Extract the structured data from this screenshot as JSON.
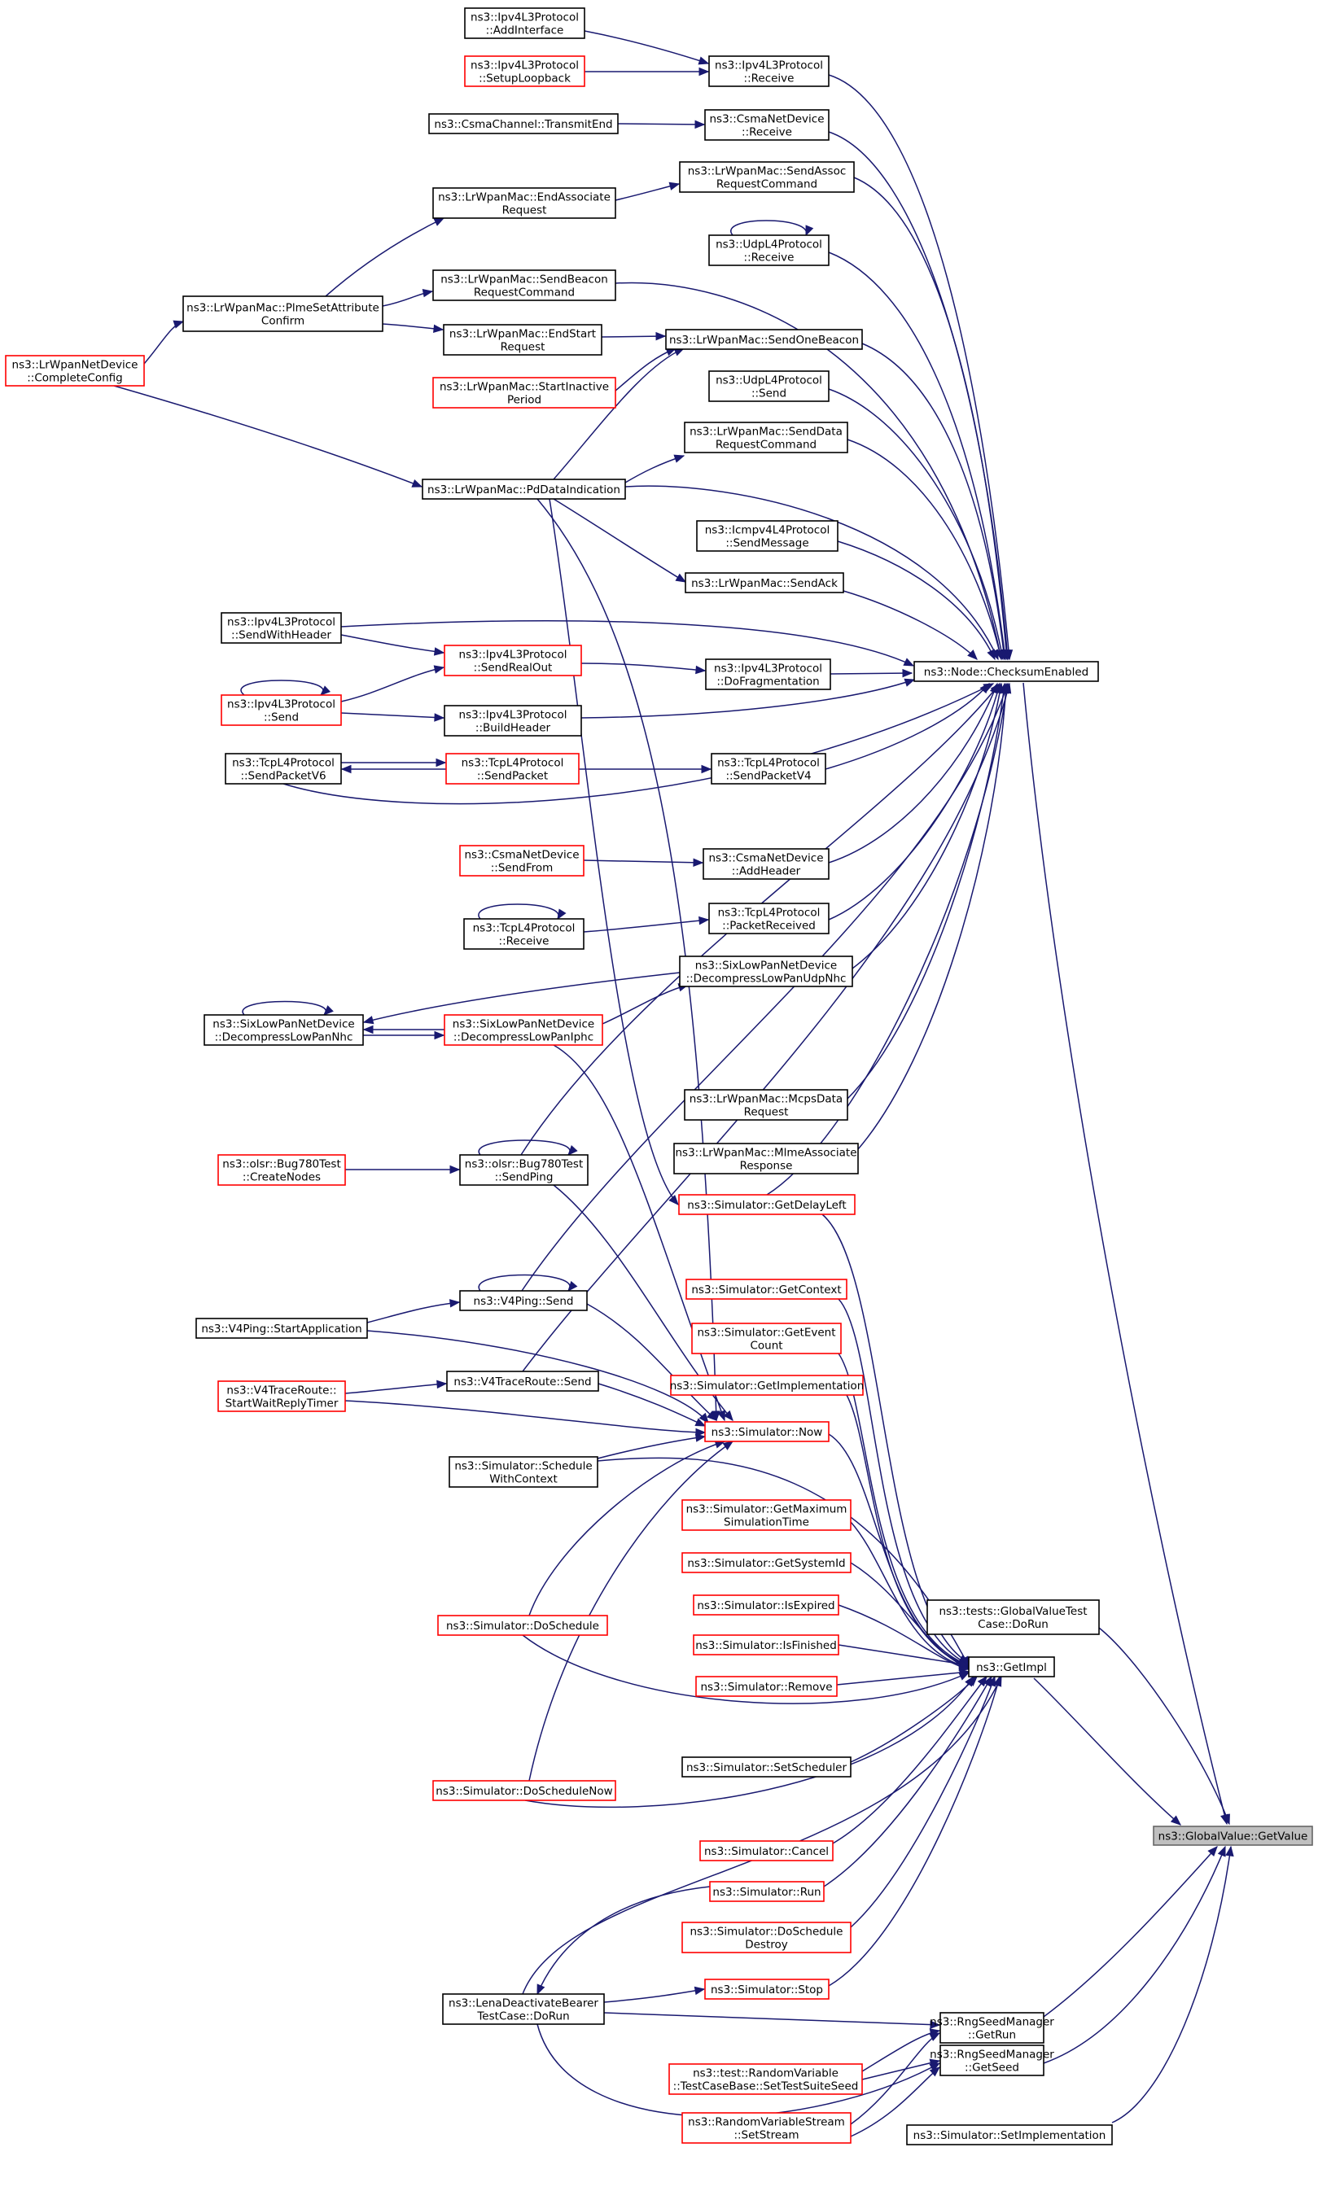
{
  "nodes": [
    {
      "id": "gv",
      "lines": [
        "ns3::GlobalValue::GetValue"
      ],
      "border": "root"
    },
    {
      "id": "checksum",
      "lines": [
        "ns3::Node::ChecksumEnabled"
      ],
      "border": "black"
    },
    {
      "id": "getimpl",
      "lines": [
        "ns3::GetImpl"
      ],
      "border": "black"
    },
    {
      "id": "now",
      "lines": [
        "ns3::Simulator::Now"
      ],
      "border": "red"
    },
    {
      "id": "gvtest",
      "lines": [
        "ns3::tests::GlobalValueTest",
        "Case::DoRun"
      ],
      "border": "black"
    },
    {
      "id": "rngrun",
      "lines": [
        "ns3::RngSeedManager",
        "::GetRun"
      ],
      "border": "black"
    },
    {
      "id": "rngseed",
      "lines": [
        "ns3::RngSeedManager",
        "::GetSeed"
      ],
      "border": "black"
    },
    {
      "id": "setimpl",
      "lines": [
        "ns3::Simulator::SetImplementation"
      ],
      "border": "black"
    },
    {
      "id": "ipv4rx",
      "lines": [
        "ns3::Ipv4L3Protocol",
        "::Receive"
      ],
      "border": "black"
    },
    {
      "id": "ipv4addif",
      "lines": [
        "ns3::Ipv4L3Protocol",
        "::AddInterface"
      ],
      "border": "black"
    },
    {
      "id": "ipv4loop",
      "lines": [
        "ns3::Ipv4L3Protocol",
        "::SetupLoopback"
      ],
      "border": "red"
    },
    {
      "id": "csmarx",
      "lines": [
        "ns3::CsmaNetDevice",
        "::Receive"
      ],
      "border": "black"
    },
    {
      "id": "csmatx",
      "lines": [
        "ns3::CsmaChannel::TransmitEnd"
      ],
      "border": "black"
    },
    {
      "id": "sendassoc",
      "lines": [
        "ns3::LrWpanMac::SendAssoc",
        "RequestCommand"
      ],
      "border": "black"
    },
    {
      "id": "endassoc",
      "lines": [
        "ns3::LrWpanMac::EndAssociate",
        "Request"
      ],
      "border": "black"
    },
    {
      "id": "udprx",
      "lines": [
        "ns3::UdpL4Protocol",
        "::Receive"
      ],
      "border": "black"
    },
    {
      "id": "sendbeaconreq",
      "lines": [
        "ns3::LrWpanMac::SendBeacon",
        "RequestCommand"
      ],
      "border": "black"
    },
    {
      "id": "plme",
      "lines": [
        "ns3::LrWpanMac::PlmeSetAttribute",
        "Confirm"
      ],
      "border": "black"
    },
    {
      "id": "endstart",
      "lines": [
        "ns3::LrWpanMac::EndStart",
        "Request"
      ],
      "border": "black"
    },
    {
      "id": "sendonebeacon",
      "lines": [
        "ns3::LrWpanMac::SendOneBeacon"
      ],
      "border": "black"
    },
    {
      "id": "lrcomplete",
      "lines": [
        "ns3::LrWpanNetDevice",
        "::CompleteConfig"
      ],
      "border": "red"
    },
    {
      "id": "startinactive",
      "lines": [
        "ns3::LrWpanMac::StartInactive",
        "Period"
      ],
      "border": "red"
    },
    {
      "id": "udpsend",
      "lines": [
        "ns3::UdpL4Protocol",
        "::Send"
      ],
      "border": "black"
    },
    {
      "id": "senddatareq",
      "lines": [
        "ns3::LrWpanMac::SendData",
        "RequestCommand"
      ],
      "border": "black"
    },
    {
      "id": "pdind",
      "lines": [
        "ns3::LrWpanMac::PdDataIndication"
      ],
      "border": "black"
    },
    {
      "id": "icmpsend",
      "lines": [
        "ns3::Icmpv4L4Protocol",
        "::SendMessage"
      ],
      "border": "black"
    },
    {
      "id": "sendack",
      "lines": [
        "ns3::LrWpanMac::SendAck"
      ],
      "border": "black"
    },
    {
      "id": "sendwithheader",
      "lines": [
        "ns3::Ipv4L3Protocol",
        "::SendWithHeader"
      ],
      "border": "black"
    },
    {
      "id": "sendrealout",
      "lines": [
        "ns3::Ipv4L3Protocol",
        "::SendRealOut"
      ],
      "border": "red"
    },
    {
      "id": "dofrag",
      "lines": [
        "ns3::Ipv4L3Protocol",
        "::DoFragmentation"
      ],
      "border": "black"
    },
    {
      "id": "ipv4send",
      "lines": [
        "ns3::Ipv4L3Protocol",
        "::Send"
      ],
      "border": "red"
    },
    {
      "id": "buildheader",
      "lines": [
        "ns3::Ipv4L3Protocol",
        "::BuildHeader"
      ],
      "border": "black"
    },
    {
      "id": "tcpv6",
      "lines": [
        "ns3::TcpL4Protocol",
        "::SendPacketV6"
      ],
      "border": "black"
    },
    {
      "id": "tcpsendpacket",
      "lines": [
        "ns3::TcpL4Protocol",
        "::SendPacket"
      ],
      "border": "red"
    },
    {
      "id": "tcpv4",
      "lines": [
        "ns3::TcpL4Protocol",
        "::SendPacketV4"
      ],
      "border": "black"
    },
    {
      "id": "csmasendfrom",
      "lines": [
        "ns3::CsmaNetDevice",
        "::SendFrom"
      ],
      "border": "red"
    },
    {
      "id": "csmaaddheader",
      "lines": [
        "ns3::CsmaNetDevice",
        "::AddHeader"
      ],
      "border": "black"
    },
    {
      "id": "tcprx",
      "lines": [
        "ns3::TcpL4Protocol",
        "::Receive"
      ],
      "border": "black"
    },
    {
      "id": "tcppktrx",
      "lines": [
        "ns3::TcpL4Protocol",
        "::PacketReceived"
      ],
      "border": "black"
    },
    {
      "id": "sixudp",
      "lines": [
        "ns3::SixLowPanNetDevice",
        "::DecompressLowPanUdpNhc"
      ],
      "border": "black"
    },
    {
      "id": "sixnhc",
      "lines": [
        "ns3::SixLowPanNetDevice",
        "::DecompressLowPanNhc"
      ],
      "border": "black"
    },
    {
      "id": "sixiphc",
      "lines": [
        "ns3::SixLowPanNetDevice",
        "::DecompressLowPanIphc"
      ],
      "border": "red"
    },
    {
      "id": "mcpsdata",
      "lines": [
        "ns3::LrWpanMac::McpsData",
        "Request"
      ],
      "border": "black"
    },
    {
      "id": "mlmeassoc",
      "lines": [
        "ns3::LrWpanMac::MlmeAssociate",
        "Response"
      ],
      "border": "black"
    },
    {
      "id": "olsrcreate",
      "lines": [
        "ns3::olsr::Bug780Test",
        "::CreateNodes"
      ],
      "border": "red"
    },
    {
      "id": "olsrping",
      "lines": [
        "ns3::olsr::Bug780Test",
        "::SendPing"
      ],
      "border": "black"
    },
    {
      "id": "getdelay",
      "lines": [
        "ns3::Simulator::GetDelayLeft"
      ],
      "border": "red"
    },
    {
      "id": "getcontext",
      "lines": [
        "ns3::Simulator::GetContext"
      ],
      "border": "red"
    },
    {
      "id": "v4pingsend",
      "lines": [
        "ns3::V4Ping::Send"
      ],
      "border": "black"
    },
    {
      "id": "geteventcount",
      "lines": [
        "ns3::Simulator::GetEvent",
        "Count"
      ],
      "border": "red"
    },
    {
      "id": "v4pingstart",
      "lines": [
        "ns3::V4Ping::StartApplication"
      ],
      "border": "black"
    },
    {
      "id": "getimplementation",
      "lines": [
        "ns3::Simulator::GetImplementation"
      ],
      "border": "red"
    },
    {
      "id": "v4trsend",
      "lines": [
        "ns3::V4TraceRoute::Send"
      ],
      "border": "black"
    },
    {
      "id": "v4trtimer",
      "lines": [
        "ns3::V4TraceRoute::",
        "StartWaitReplyTimer"
      ],
      "border": "red"
    },
    {
      "id": "schedctx",
      "lines": [
        "ns3::Simulator::Schedule",
        "WithContext"
      ],
      "border": "black"
    },
    {
      "id": "getmax",
      "lines": [
        "ns3::Simulator::GetMaximum",
        "SimulationTime"
      ],
      "border": "red"
    },
    {
      "id": "getsysid",
      "lines": [
        "ns3::Simulator::GetSystemId"
      ],
      "border": "red"
    },
    {
      "id": "isexpired",
      "lines": [
        "ns3::Simulator::IsExpired"
      ],
      "border": "red"
    },
    {
      "id": "doschedule",
      "lines": [
        "ns3::Simulator::DoSchedule"
      ],
      "border": "red"
    },
    {
      "id": "isfinished",
      "lines": [
        "ns3::Simulator::IsFinished"
      ],
      "border": "red"
    },
    {
      "id": "remove",
      "lines": [
        "ns3::Simulator::Remove"
      ],
      "border": "red"
    },
    {
      "id": "setsched",
      "lines": [
        "ns3::Simulator::SetScheduler"
      ],
      "border": "black"
    },
    {
      "id": "doschednow",
      "lines": [
        "ns3::Simulator::DoScheduleNow"
      ],
      "border": "red"
    },
    {
      "id": "cancel",
      "lines": [
        "ns3::Simulator::Cancel"
      ],
      "border": "red"
    },
    {
      "id": "run",
      "lines": [
        "ns3::Simulator::Run"
      ],
      "border": "red"
    },
    {
      "id": "doscheddestroy",
      "lines": [
        "ns3::Simulator::DoSchedule",
        "Destroy"
      ],
      "border": "red"
    },
    {
      "id": "lena",
      "lines": [
        "ns3::LenaDeactivateBearer",
        "TestCase::DoRun"
      ],
      "border": "black"
    },
    {
      "id": "stop",
      "lines": [
        "ns3::Simulator::Stop"
      ],
      "border": "red"
    },
    {
      "id": "rvtest",
      "lines": [
        "ns3::test::RandomVariable",
        "::TestCaseBase::SetTestSuiteSeed"
      ],
      "border": "red"
    },
    {
      "id": "rvstream",
      "lines": [
        "ns3::RandomVariableStream",
        "::SetStream"
      ],
      "border": "red"
    }
  ]
}
